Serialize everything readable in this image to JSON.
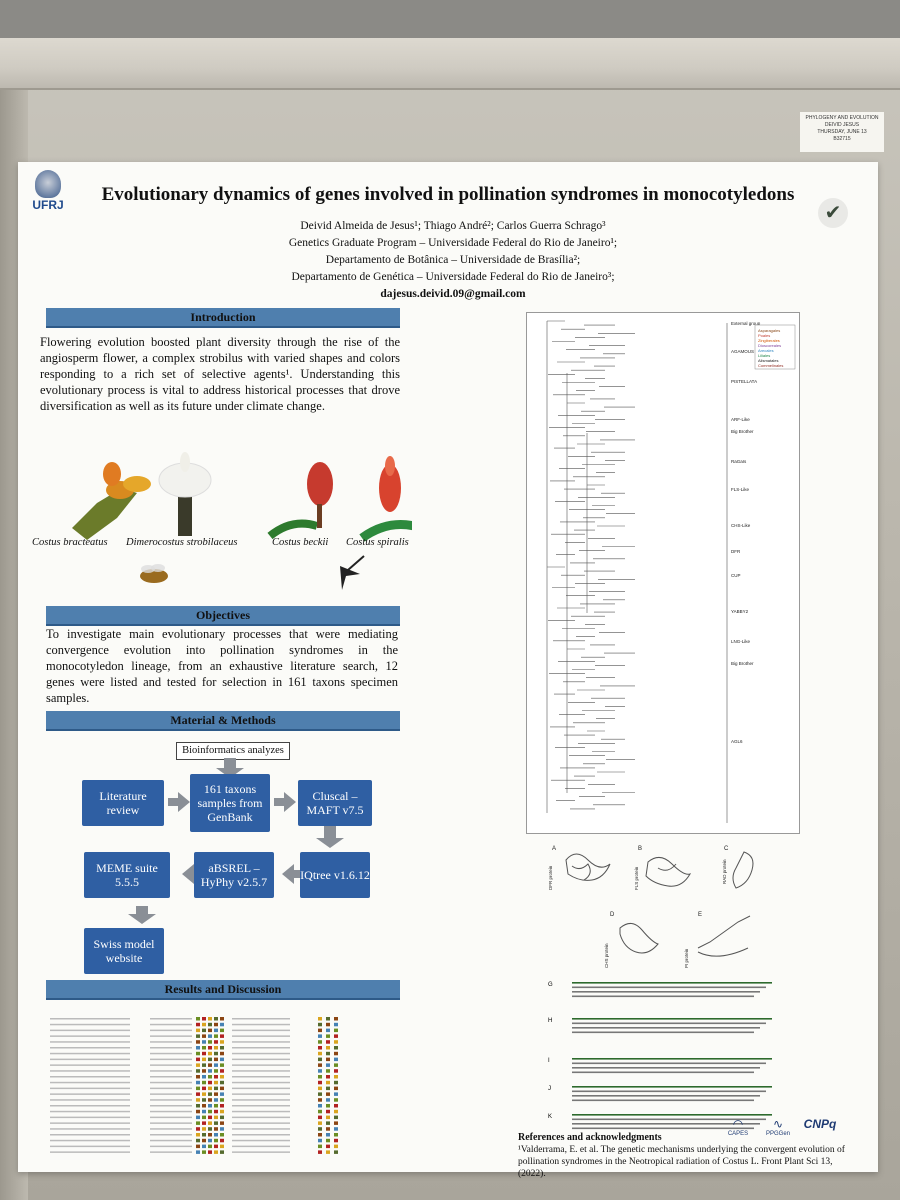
{
  "label": {
    "lines": [
      "PHYLOGENY AND EVOLUTION",
      "DEIVID JESUS",
      "THURSDAY, JUNE 13",
      "B32715"
    ]
  },
  "logo": {
    "text": "UFRJ"
  },
  "title": "Evolutionary dynamics of genes involved in pollination syndromes in monocotyledons",
  "authors": {
    "names": "Deivid Almeida de Jesus¹; Thiago André²; Carlos Guerra Schrago³",
    "affil1": "Genetics Graduate Program – Universidade Federal do Rio de Janeiro¹;",
    "affil2": "Departamento de Botânica – Universidade de Brasília²;",
    "affil3": "Departamento de Genética – Universidade Federal do Rio de Janeiro³;",
    "email": "dajesus.deivid.09@gmail.com"
  },
  "introduction": {
    "heading": "Introduction",
    "text": "Flowering evolution boosted plant diversity through the rise of the angiosperm flower, a complex strobilus with varied shapes and colors responding to a rich set of selective agents¹. Understanding this evolutionary process is vital to address historical processes that drove diversification as well as its future under climate change.",
    "captions": [
      "Costus bracteatus",
      "Dimerocostus strobilaceus",
      "Costus beckii",
      "Costus spiralis"
    ]
  },
  "objectives": {
    "heading": "Objectives",
    "text": "To investigate main evolutionary processes that were mediating convergence evolution into pollination syndromes in the monocotyledon lineage, from an exhaustive literature search, 12 genes were listed and tested for selection in 161 taxons specimen samples."
  },
  "methods": {
    "heading": "Material & Methods",
    "bioinformatics": "Bioinformatics analyzes",
    "steps": [
      "Literature review",
      "161 taxons samples from GenBank",
      "Cluscal – MAFT v7.5",
      "IQtree v1.6.12",
      "aBSREL – HyPhy v2.5.7",
      "MEME suite 5.5.5",
      "Swiss model website"
    ]
  },
  "results": {
    "heading": "Results and Discussion"
  },
  "tree": {
    "clades": [
      "External group",
      "AGAMOUS",
      "PISTELLATA",
      "ARF-Like",
      "Big Brother",
      "RaGaIs",
      "FLS-Like",
      "CHS-Like",
      "DFR",
      "CUP",
      "YABBY2",
      "LNG-Like",
      "Big Brother",
      "AGL6"
    ],
    "legend": [
      "Asparagales",
      "Poales",
      "Zingiberales",
      "Dioscoreales",
      "Arecales",
      "Liliales",
      "Alismatales",
      "Commelinales"
    ],
    "legend_colors": [
      "#8a4a1a",
      "#c0392b",
      "#d35400",
      "#7d3c98",
      "#2e86c1",
      "#1e8449",
      "#222222",
      "#922b21"
    ]
  },
  "proteins": {
    "labels": [
      "DFR protein",
      "FLS protein",
      "RAD protein",
      "CHS protein",
      "PI protein"
    ],
    "letters": [
      "A",
      "B",
      "C",
      "D",
      "E",
      "G",
      "H",
      "I",
      "J",
      "K"
    ]
  },
  "references": {
    "heading": "References and acknowledgments",
    "text": "¹Valderrama, E. et al. The genetic mechanisms underlying the convergent evolution of pollination syndromes in the Neotropical radiation of Costus L. Front Plant Sci 13, (2022)."
  },
  "funders": [
    "CAPES",
    "PPGGen",
    "CNPq"
  ]
}
